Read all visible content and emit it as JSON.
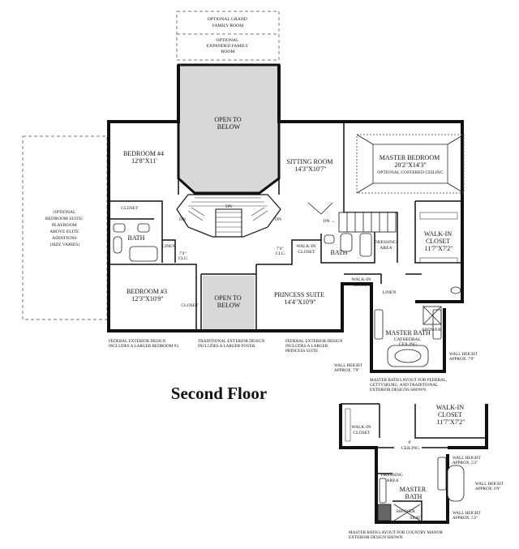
{
  "rooms": {
    "optional_grand": [
      "OPTIONAL GRAND",
      "FAMILY ROOM"
    ],
    "optional_expanded": [
      "OPTIONAL",
      "EXPANDED FAMILY",
      "ROOM"
    ],
    "open_to_below_top": [
      "OPEN TO",
      "BELOW"
    ],
    "bedroom4": [
      "BEDROOM #4",
      "12'8\"X11'"
    ],
    "sitting_room": [
      "SITTING ROOM",
      "14'3\"X10'7\""
    ],
    "master_bedroom": [
      "MASTER BEDROOM",
      "20'2\"X14'3\""
    ],
    "master_bedroom_note": "OPTIONAL COFFERED CEILING",
    "optional_suite": [
      "OPTIONAL",
      "BEDROOM SUITE/",
      "PLAYROOM",
      "ABOVE ELITE",
      "ADDITIONS",
      "(SIZE VARIES)"
    ],
    "closet_b4": "CLOSET",
    "bath_left": "BATH",
    "linen_left": "LINEN",
    "clg_left": [
      "7'4\"",
      "CLG."
    ],
    "clg_mid": [
      "7'4\"",
      "CLG."
    ],
    "walk_in_closet_mid": [
      "WALK-IN",
      "CLOSET"
    ],
    "bath_mid": "BATH",
    "dressing_area": [
      "DRESSING",
      "AREA"
    ],
    "walk_in_closet_master": [
      "WALK-IN",
      "CLOSET",
      "11'7\"X7'2\""
    ],
    "dn_left": "DN",
    "dn_center": "DN",
    "dn_right": "DN",
    "dn_arrow": "DN →",
    "bedroom3": [
      "BEDROOM #3",
      "12'3\"X10'9\""
    ],
    "closet_b3": "CLOSET",
    "open_to_below_bottom": [
      "OPEN TO",
      "BELOW"
    ],
    "princess_suite": [
      "PRINCESS SUITE",
      "14'4\"X10'9\""
    ],
    "walk_in_closet_small": [
      "WALK-IN",
      "CLOSET"
    ],
    "linen_right": "LINEN",
    "master_bath": [
      "MASTER BATH",
      "CATHEDRAL",
      "CEILING"
    ],
    "shower": "SHOWER",
    "wall_height_left": [
      "WALL HEIGHT",
      "APPROX. 7'9\""
    ],
    "wall_height_right": [
      "WALL HEIGHT",
      "APPROX. 7'9\""
    ]
  },
  "notes": {
    "federal_left": [
      "FEDERAL EXTERIOR DESIGN",
      "INCLUDES A LARGER BEDROOM #3."
    ],
    "traditional": [
      "TRADITIONAL EXTERIOR DESIGN",
      "INCLUDES A LARGER FOYER."
    ],
    "federal_right": [
      "FEDERAL EXTERIOR DESIGN",
      "INCLUDES A LARGER",
      "PRINCESS SUITE."
    ],
    "master_bath_layout": [
      "MASTER BATH LAYOUT FOR FEDERAL,",
      "GETTYSBURG, AND TRADITIONAL",
      "EXTERIOR DESIGNS SHOWN."
    ],
    "country_manor": [
      "MASTER BATH LAYOUT FOR COUNTRY MANOR",
      "EXTERIOR DESIGN SHOWN."
    ]
  },
  "title": "Second Floor",
  "inset": {
    "walk_in_closet": [
      "WALK-IN",
      "CLOSET",
      "11'7\"X7'2\""
    ],
    "walk_in_closet_left": [
      "WALK-IN",
      "CLOSET"
    ],
    "ceiling": [
      "8'",
      "CEILING"
    ],
    "dressing_area": [
      "DRESSING",
      "AREA"
    ],
    "master_bath": [
      "MASTER",
      "BATH"
    ],
    "shower": "SHOWER",
    "seat": "SEAT",
    "wall_height_1": [
      "WALL HEIGHT",
      "APPROX. 5'2\""
    ],
    "wall_height_2": [
      "WALL HEIGHT",
      "APPROX. 6'9\""
    ],
    "wall_height_3": [
      "WALL HEIGHT",
      "APPROX. 5'2\""
    ]
  }
}
